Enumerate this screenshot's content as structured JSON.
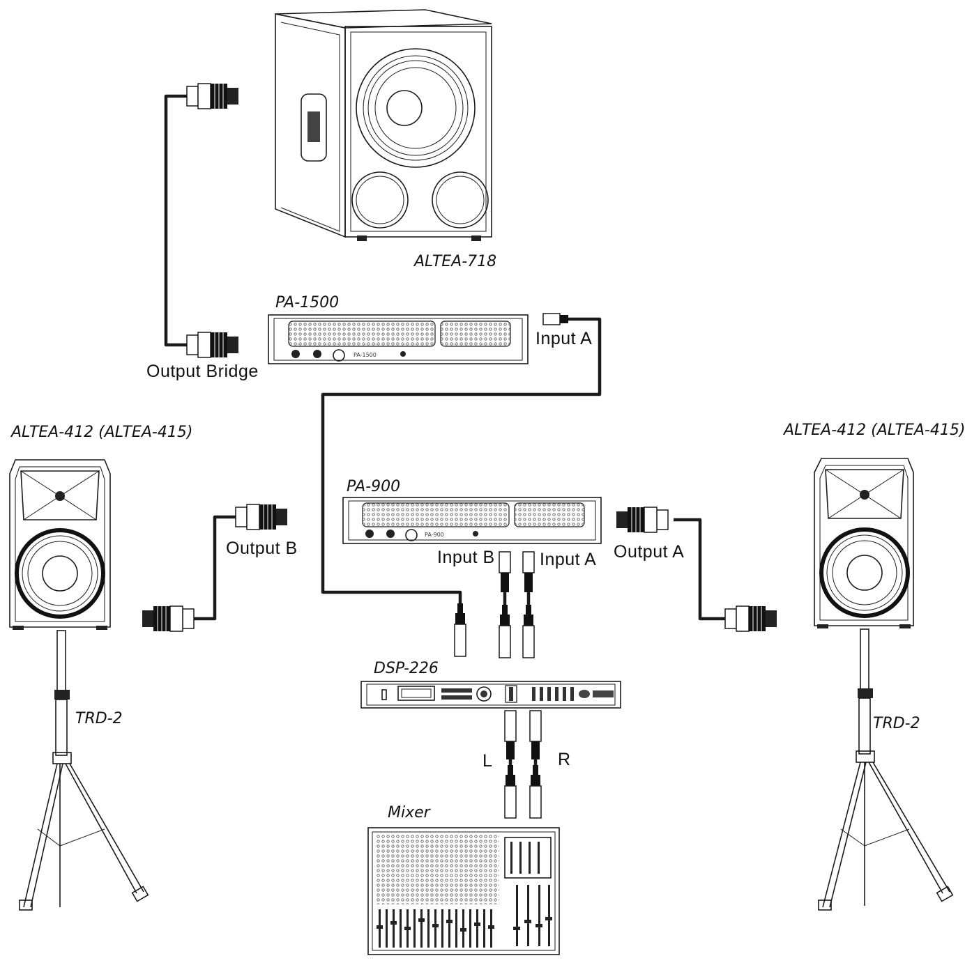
{
  "devices": {
    "subwoofer": {
      "model": "ALTEA-718"
    },
    "amp_top": {
      "model": "PA-1500",
      "front_label": "PA-1500"
    },
    "amp_mid": {
      "model": "PA-900",
      "front_label": "PA-900"
    },
    "dsp": {
      "model": "DSP-226"
    },
    "mixer": {
      "model": "Mixer"
    },
    "speaker_left": {
      "model": "ALTEA-412  (ALTEA-415)",
      "stand": "TRD-2"
    },
    "speaker_right": {
      "model": "ALTEA-412  (ALTEA-415)",
      "stand": "TRD-2"
    }
  },
  "ports": {
    "amp_top_output": "Output  Bridge",
    "amp_top_input": "Input  A",
    "amp_mid_output_b": "Output  B",
    "amp_mid_output_a": "Output  A",
    "amp_mid_input_b": "Input  B",
    "amp_mid_input_a": "Input  A",
    "dsp_out_l": "L",
    "dsp_out_r": "R"
  }
}
